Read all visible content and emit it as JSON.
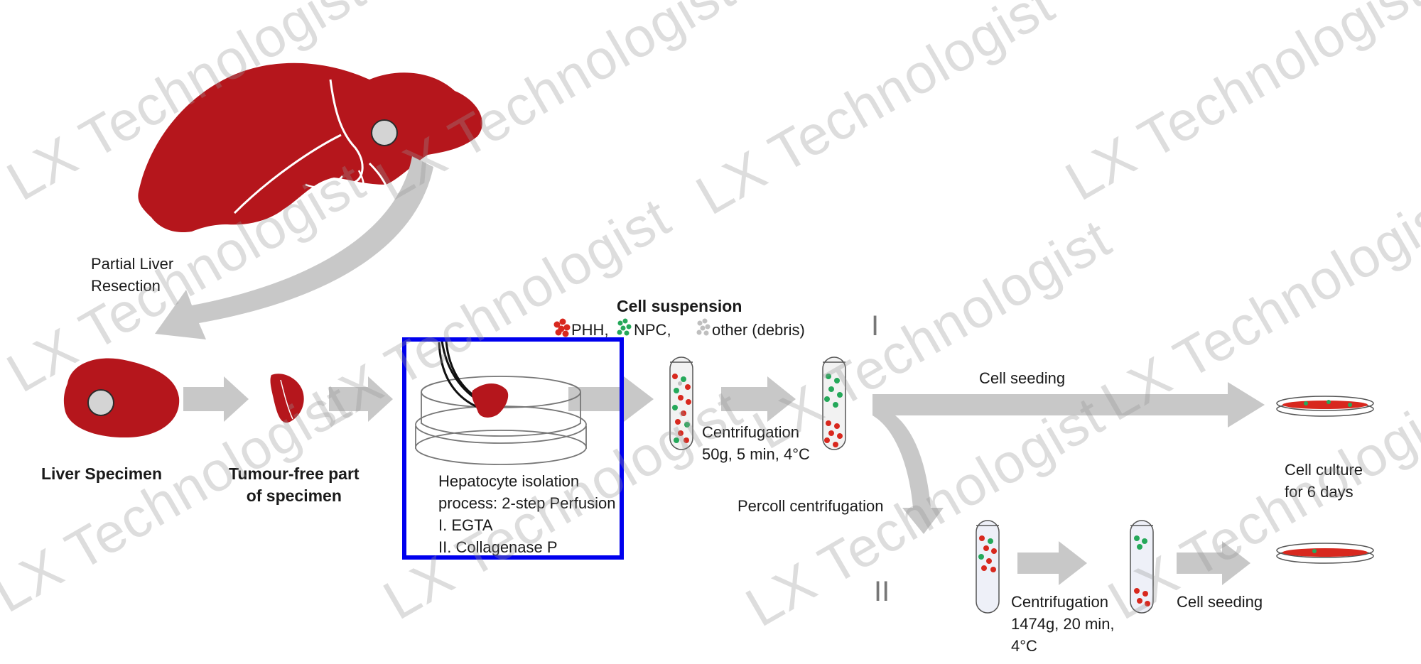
{
  "labels": {
    "partial_resection": [
      "Partial Liver",
      "Resection"
    ],
    "liver_specimen": "Liver Specimen",
    "tumour_free": [
      "Tumour-free part",
      "of specimen"
    ],
    "cell_suspension_title": "Cell suspension",
    "legend_phh": "PHH,",
    "legend_npc": "NPC,",
    "legend_other": "other (debris)",
    "hepatocyte_process": [
      "Hepatocyte isolation",
      "process: 2-step Perfusion",
      "I.  EGTA",
      "II. Collagenase P"
    ],
    "centrifugation_1": [
      "Centrifugation",
      "50g, 5 min, 4°C"
    ],
    "cell_seeding_top": "Cell seeding",
    "percoll": "Percoll centrifugation",
    "centrifugation_2": [
      "Centrifugation",
      "1474g, 20 min,",
      "4°C"
    ],
    "cell_seeding_bottom": "Cell seeding",
    "cell_culture": [
      "Cell culture",
      "for 6 days"
    ],
    "roman_one": "I",
    "roman_two": "II"
  },
  "watermark_text": "LX Technologist",
  "colors": {
    "liver": "#b5161c",
    "arrow": "#c8c8c8",
    "phh": "#d8281e",
    "npc": "#25a85a",
    "debris": "#bfbfbf",
    "highlight": "#0000ee"
  }
}
